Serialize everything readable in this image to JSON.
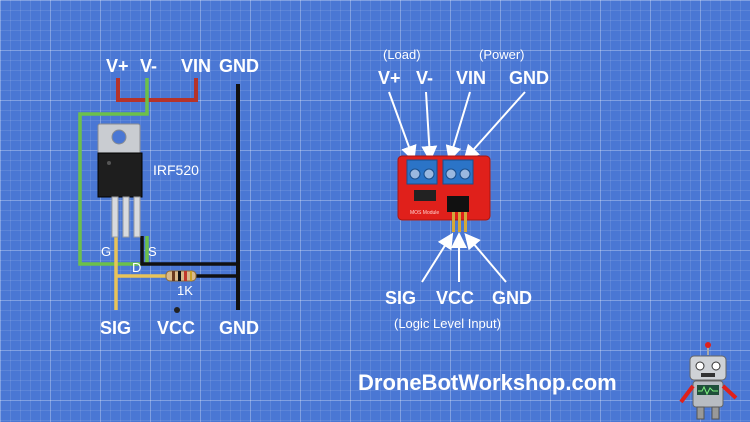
{
  "left_diagram": {
    "terminals_top": [
      "V+",
      "V-",
      "VIN",
      "GND"
    ],
    "terminals_bottom": [
      "SIG",
      "VCC",
      "GND"
    ],
    "transistor_label": "IRF520",
    "pins": [
      "G",
      "D",
      "S"
    ],
    "resistor_label": "1K"
  },
  "right_diagram": {
    "load_label": "(Load)",
    "power_label": "(Power)",
    "terminals_top": [
      "V+",
      "V-",
      "VIN",
      "GND"
    ],
    "terminals_bottom": [
      "SIG",
      "VCC",
      "GND"
    ],
    "input_label": "(Logic Level Input)",
    "board_text": "MOS Module"
  },
  "brand": "DroneBotWorkshop.com",
  "colors": {
    "background": "#4a77d4",
    "wire_red": "#b5332a",
    "wire_green": "#6cc04a",
    "wire_yellow": "#e8c35a",
    "wire_black": "#111111",
    "board_red": "#e0201b",
    "terminal_blue": "#2b74c7"
  }
}
